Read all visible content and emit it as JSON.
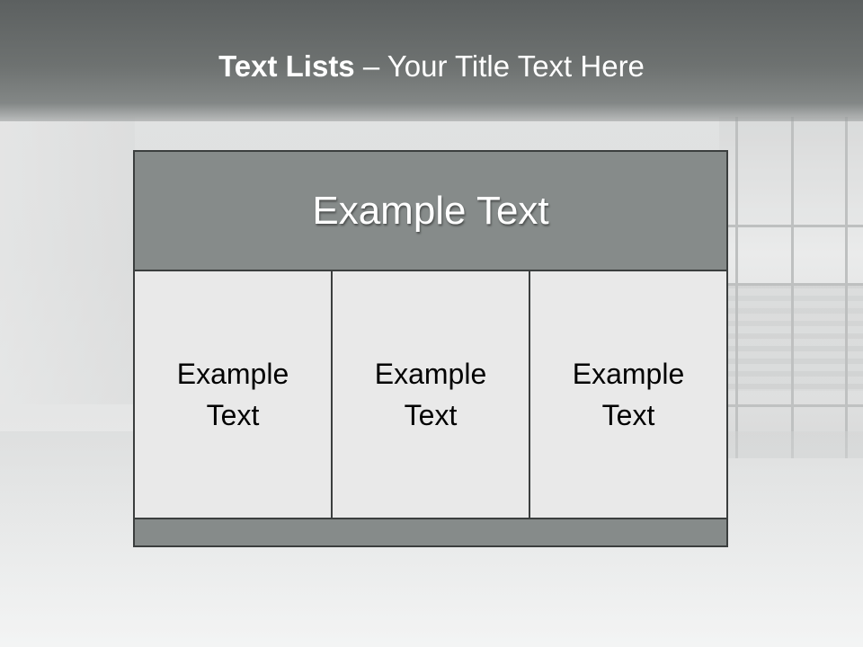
{
  "slide": {
    "title_bold": "Text Lists",
    "title_rest": "– Your Title Text Here"
  },
  "table": {
    "header": "Example Text",
    "columns": [
      {
        "text": "Example\nText"
      },
      {
        "text": "Example\nText"
      },
      {
        "text": "Example\nText"
      }
    ],
    "footer": ""
  },
  "colors": {
    "header_band": "#6e7271",
    "table_header": "#868b8a",
    "cell_background": "#e9e9e9",
    "border": "#3b3e3e"
  }
}
